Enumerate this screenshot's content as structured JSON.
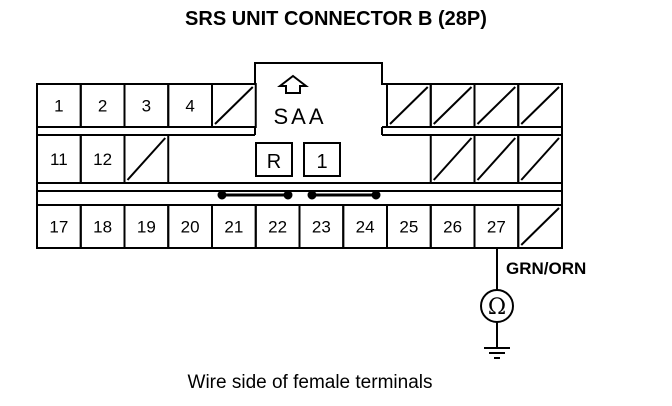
{
  "title": "SRS UNIT CONNECTOR B (28P)",
  "caption": "Wire side of female terminals",
  "connector": {
    "lock_label": "SAA",
    "box_left": "R",
    "box_right": "1",
    "row1": [
      "1",
      "2",
      "3",
      "4",
      "",
      "",
      "",
      "",
      "",
      "",
      "",
      ""
    ],
    "row2": [
      "11",
      "12",
      "",
      "",
      "",
      "",
      "",
      "",
      "",
      "",
      "",
      ""
    ],
    "row3": [
      "17",
      "18",
      "19",
      "20",
      "21",
      "22",
      "23",
      "24",
      "25",
      "26",
      "27",
      ""
    ]
  },
  "wire": {
    "color_label": "GRN/ORN",
    "meter_symbol": "Ω"
  }
}
